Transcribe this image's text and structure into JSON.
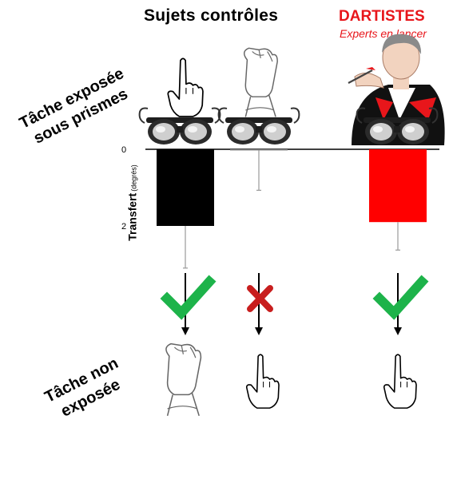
{
  "header": {
    "controls_title": "Sujets contrôles",
    "darts_title": "DARTISTES",
    "darts_subtitle": "Experts en lancer"
  },
  "labels": {
    "exposed_line1": "Tâche exposée",
    "exposed_line2": "sous prismes",
    "nonexposed_line1": "Tâche non",
    "nonexposed_line2": "exposée"
  },
  "outcomes": [
    {
      "group": "Contrôles - pointage",
      "transfer": true,
      "mark": "check-icon",
      "color": "#1db34a"
    },
    {
      "group": "Contrôles - lancer",
      "transfer": false,
      "mark": "cross-icon",
      "color": "#c81e1e"
    },
    {
      "group": "Dartistes - lancer",
      "transfer": true,
      "mark": "check-icon",
      "color": "#1db34a"
    }
  ],
  "colors": {
    "controls": "#000000",
    "darts": "#ff0000",
    "accent": "#e8161b"
  },
  "chart_data": {
    "type": "bar",
    "categories": [
      "Contrôles - pointage",
      "Contrôles - lancer",
      "Dartistes - lancer"
    ],
    "series": [
      {
        "values": [
          2.0,
          0.02,
          1.9
        ],
        "errors": [
          1.1,
          1.05,
          0.73
        ]
      }
    ],
    "bar_colors": [
      "#000000",
      "#888888",
      "#ff0000"
    ],
    "xlabel": "",
    "ylabel": "Transfert",
    "ylabel_unit": "(degrés)",
    "ylim": [
      0,
      3.2
    ],
    "yticks": [
      "0",
      "2"
    ],
    "ytick_values": [
      0,
      2
    ],
    "y_inverted": true,
    "grid": false
  }
}
